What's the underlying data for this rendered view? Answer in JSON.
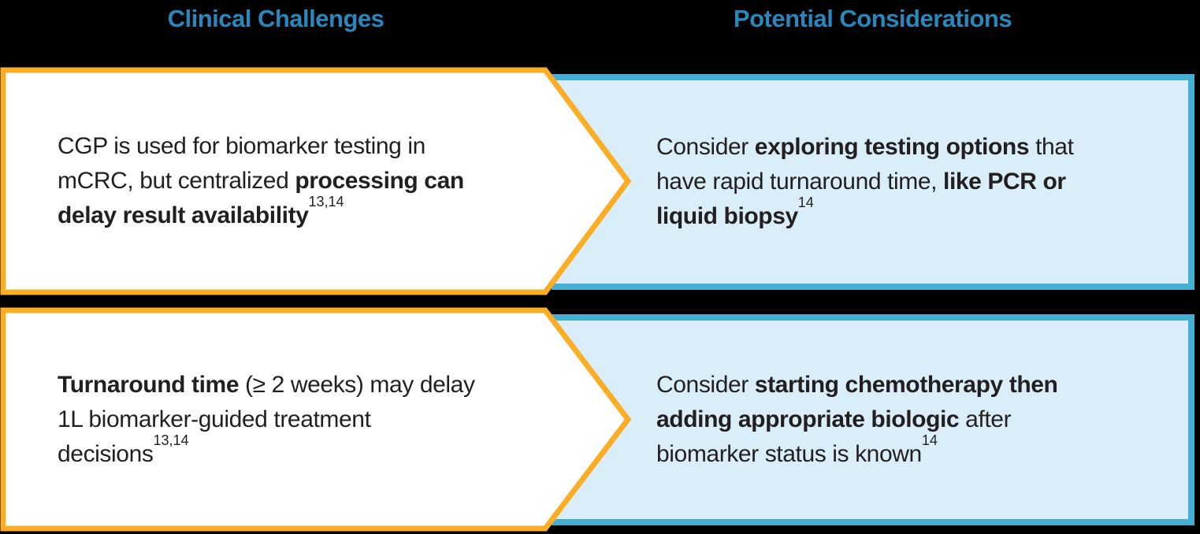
{
  "colors": {
    "bg": "#000000",
    "orange": "#FBAD26",
    "blue_border": "#45AED3",
    "blue_fill": "#D9EEF8",
    "header_blue": "#2A87BC",
    "text": "#231F20",
    "white": "#FFFFFF"
  },
  "headers": {
    "left": "Clinical Challenges",
    "right": "Potential Considerations"
  },
  "rows": [
    {
      "challenge": [
        {
          "t": "CGP is used for biomarker testing in"
        },
        {
          "br": true
        },
        {
          "t": "mCRC, but centralized "
        },
        {
          "t": "processing can",
          "b": true
        },
        {
          "br": true
        },
        {
          "t": "delay result availability",
          "b": true
        },
        {
          "t": "13,14",
          "sup": true
        }
      ],
      "consideration": [
        {
          "t": "Consider "
        },
        {
          "t": "exploring testing options",
          "b": true
        },
        {
          "t": " that"
        },
        {
          "br": true
        },
        {
          "t": "have rapid turnaround time, "
        },
        {
          "t": "like PCR or",
          "b": true
        },
        {
          "br": true
        },
        {
          "t": "liquid biopsy",
          "b": true
        },
        {
          "t": "14",
          "sup": true
        }
      ]
    },
    {
      "challenge": [
        {
          "t": "Turnaround time",
          "b": true
        },
        {
          "t": " (≥ 2 weeks) may delay"
        },
        {
          "br": true
        },
        {
          "t": "1L biomarker-guided treatment"
        },
        {
          "br": true
        },
        {
          "t": "decisions"
        },
        {
          "t": "13,14",
          "sup": true
        }
      ],
      "consideration": [
        {
          "t": "Consider "
        },
        {
          "t": "starting chemotherapy then",
          "b": true
        },
        {
          "br": true
        },
        {
          "t": "adding appropriate biologic",
          "b": true
        },
        {
          "t": " after"
        },
        {
          "br": true
        },
        {
          "t": "biomarker status is known"
        },
        {
          "t": "14",
          "sup": true
        }
      ]
    }
  ]
}
